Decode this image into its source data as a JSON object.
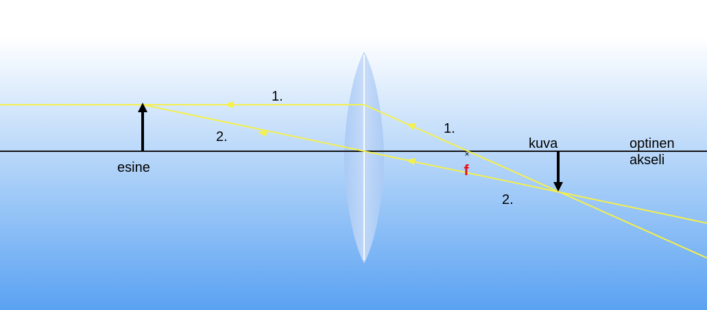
{
  "labels": {
    "ray1_top": "1.",
    "ray2_top": "2.",
    "ray1_right": "1.",
    "ray2_right": "2.",
    "object": "esine",
    "image": "kuva",
    "axis_line1": "optinen",
    "axis_line2": "akseli",
    "focal": "f",
    "focal_marker": "×"
  },
  "colors": {
    "ray": "#f5f04a",
    "axis": "#111111",
    "arrow": "#000000",
    "focal": "#e0141e",
    "lens_fill": "#9ec2f4",
    "lens_center_line": "#ffffff",
    "sky_top": "#ffffff",
    "sky_bottom": "#5aa2f2"
  }
}
